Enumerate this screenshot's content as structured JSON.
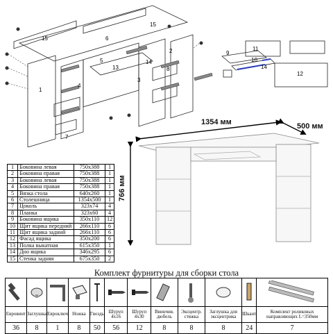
{
  "assembly_callouts": [
    "15",
    "6",
    "15",
    "1",
    "2",
    "3",
    "4",
    "5",
    "7",
    "8",
    "13",
    "14"
  ],
  "drawer_callouts": [
    "9",
    "10",
    "11",
    "12",
    "14"
  ],
  "desk_dimensions": {
    "width": "1354 мм",
    "depth": "500 мм",
    "height": "766 мм"
  },
  "parts": [
    {
      "n": "1",
      "name": "Боковина левая",
      "size": "750x388",
      "qty": "1"
    },
    {
      "n": "2",
      "name": "Боковина правая",
      "size": "750x388",
      "qty": "1"
    },
    {
      "n": "3",
      "name": "Боковина левая",
      "size": "750x388",
      "qty": "1"
    },
    {
      "n": "4",
      "name": "Боковина правая",
      "size": "750x388",
      "qty": "1"
    },
    {
      "n": "5",
      "name": "Вязка стола",
      "size": "640x260",
      "qty": "1"
    },
    {
      "n": "6",
      "name": "Столешница",
      "size": "1354x500",
      "qty": "1"
    },
    {
      "n": "7",
      "name": "Цоколь",
      "size": "323x74",
      "qty": "4"
    },
    {
      "n": "8",
      "name": "Планка",
      "size": "323x60",
      "qty": "4"
    },
    {
      "n": "9",
      "name": "Боковина ящика",
      "size": "350x110",
      "qty": "12"
    },
    {
      "n": "10",
      "name": "Щит ящика передний",
      "size": "266x110",
      "qty": "6"
    },
    {
      "n": "11",
      "name": "Щит ящика задний",
      "size": "266x110",
      "qty": "6"
    },
    {
      "n": "12",
      "name": "Фасад ящика",
      "size": "350x200",
      "qty": "6"
    },
    {
      "n": "13",
      "name": "Полка выкатная",
      "size": "615x350",
      "qty": "1"
    },
    {
      "n": "14",
      "name": "Дно ящика",
      "size": "346x295",
      "qty": "6"
    },
    {
      "n": "15",
      "name": "Стенка задняя",
      "size": "675x350",
      "qty": "2"
    }
  ],
  "hardware_title": "Комплект фурнитуры для сборки стола",
  "hardware": [
    {
      "icon": "screw-icon",
      "label": "Евровинт",
      "count": "36"
    },
    {
      "icon": "cap-icon",
      "label": "Заглушка",
      "count": "8"
    },
    {
      "icon": "hex-key-icon",
      "label": "Евроключ",
      "count": "1"
    },
    {
      "icon": "leg-icon",
      "label": "Ножка",
      "count": "8"
    },
    {
      "icon": "nail-icon",
      "label": "Гвоздь",
      "count": "50"
    },
    {
      "icon": "wood-screw-icon",
      "label": "Шуруп 4x16",
      "count": "56"
    },
    {
      "icon": "wood-screw-icon",
      "label": "Шуруп 4x30",
      "count": "12"
    },
    {
      "icon": "dowel-icon",
      "label": "Ввинчив. дюбель",
      "count": "8"
    },
    {
      "icon": "eccentric-stud-icon",
      "label": "Эксцентр. стяжка",
      "count": "8"
    },
    {
      "icon": "eccentric-cap-icon",
      "label": "Заглушка для эксцентрика",
      "count": "8"
    },
    {
      "icon": "dowel-pin-icon",
      "label": "Шкант",
      "count": "24"
    },
    {
      "icon": "roller-rail-icon",
      "label": "Комплект роликовых направляющих L=350мм",
      "count": "7"
    }
  ]
}
